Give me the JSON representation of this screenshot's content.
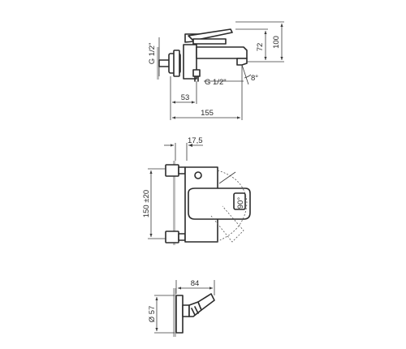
{
  "views": {
    "side": {
      "thread_inlet": "G 1/2\"",
      "thread_outlet": "G 1/2\"",
      "angle": "8°",
      "height_spout": "72",
      "height_total": "100",
      "depth_inlet": "53",
      "depth_total": "155"
    },
    "front": {
      "wall_offset": "17,5",
      "centers": "150 ±20",
      "lever_rotation": "90°"
    },
    "holder": {
      "diameter": "Ø 57",
      "length": "84"
    }
  }
}
